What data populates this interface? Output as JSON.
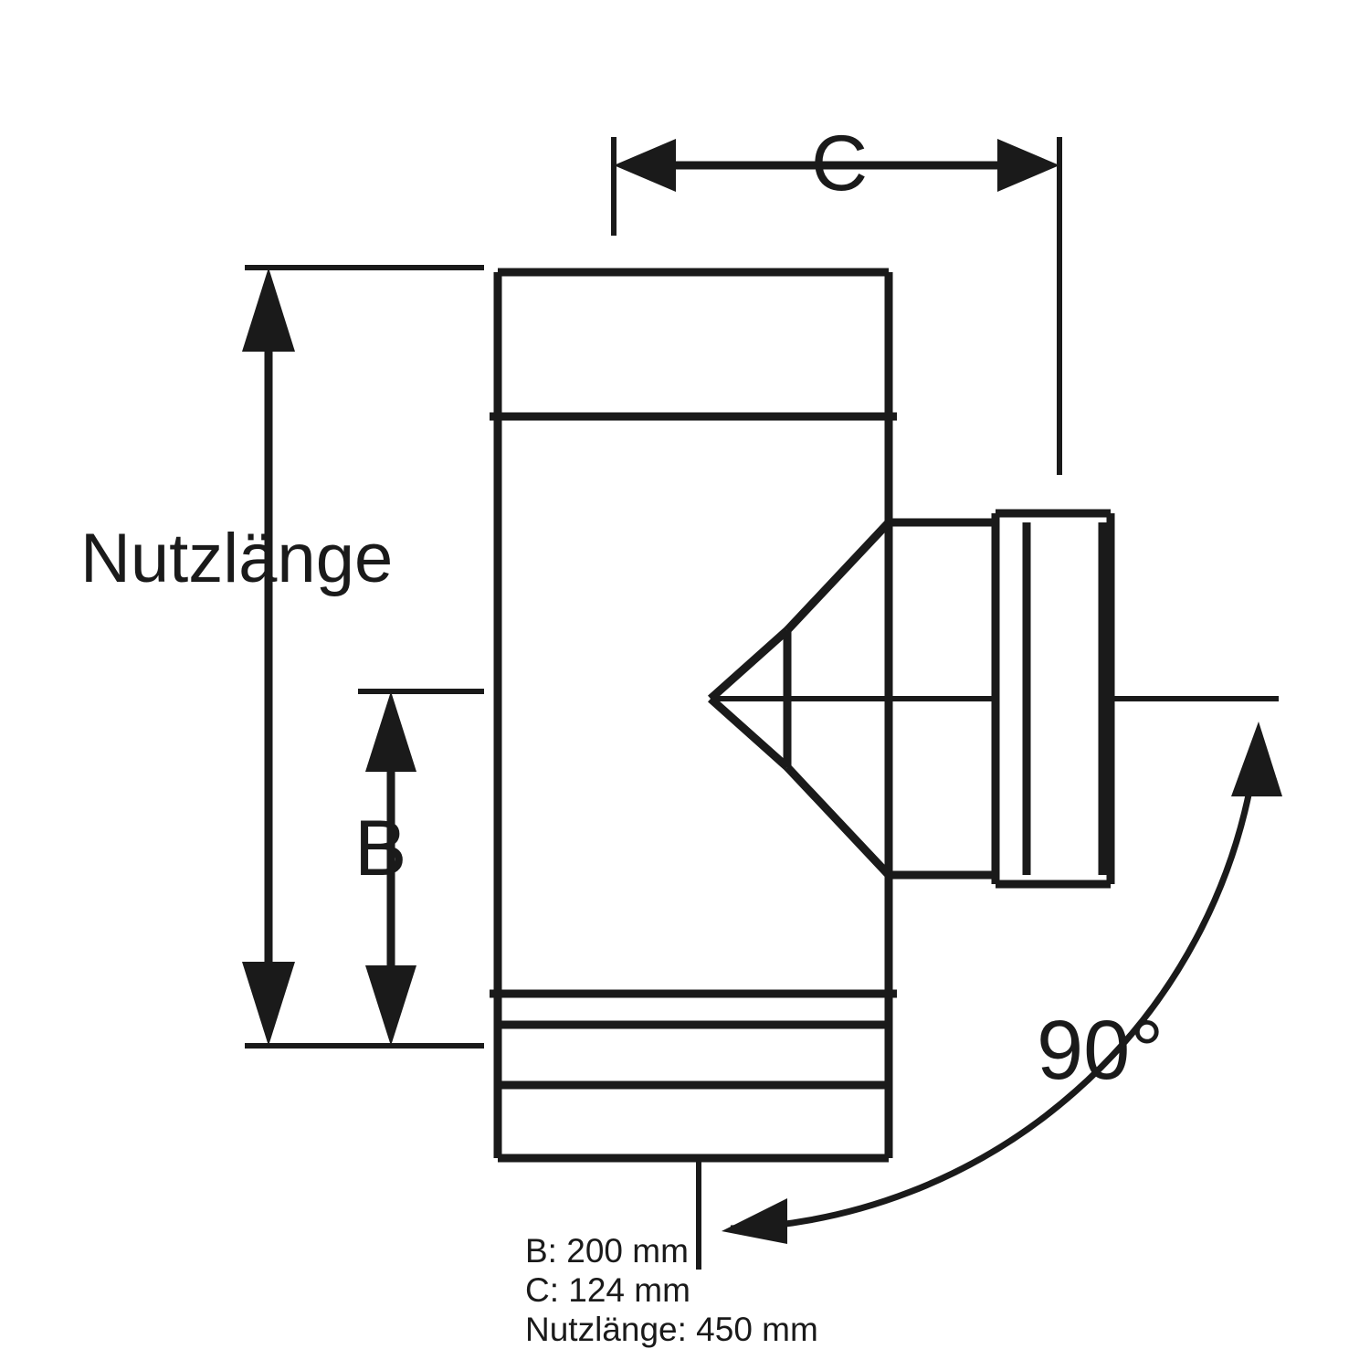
{
  "diagram": {
    "type": "technical-drawing",
    "subject": "T-piece chimney pipe with 90 degree branch",
    "labels": {
      "nutzlaenge": "Nutzlänge",
      "b": "B",
      "c": "C",
      "angle": "90°"
    },
    "specs": [
      "B: 200 mm",
      "C: 124 mm",
      "Nutzlänge: 450 mm"
    ],
    "colors": {
      "line": "#1a1a1a",
      "background": "#ffffff"
    }
  }
}
